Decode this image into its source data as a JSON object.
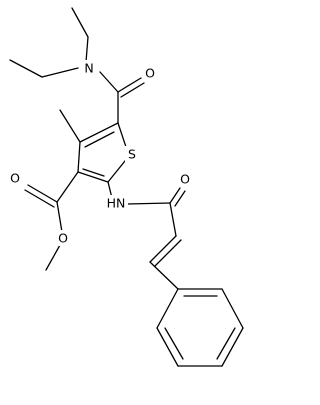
{
  "atoms": {
    "amide_N": "N",
    "amide_O": "O",
    "ring_S": "S",
    "ester_O_carbonyl": "O",
    "ester_O_methoxy": "O",
    "amine_NH": "HN",
    "acryl_O": "O"
  },
  "colors": {
    "bond": "#000000",
    "label": "#000000",
    "background": "#ffffff"
  }
}
